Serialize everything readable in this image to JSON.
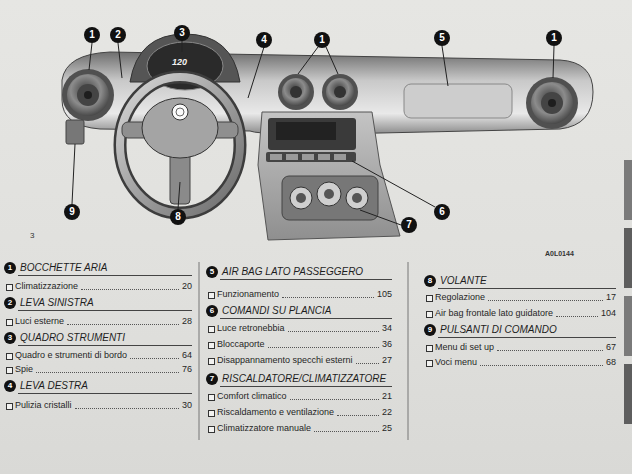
{
  "diagram": {
    "nodes": [
      {
        "text": [
          "1"
        ]
      },
      {
        "text": [
          "2"
        ]
      },
      {
        "text": [
          "3"
        ]
      },
      {
        "text": [
          "4"
        ]
      },
      {
        "text": [
          "1"
        ]
      },
      {
        "text": [
          "5"
        ]
      },
      {
        "text": [
          "1"
        ]
      },
      {
        "text": [
          "9"
        ]
      },
      {
        "text": [
          "8"
        ]
      },
      {
        "text": [
          "7"
        ]
      },
      {
        "text": [
          "6"
        ]
      },
      {
        "text": [
          "1"
        ]
      },
      {
        "text": [
          "2"
        ]
      },
      {
        "text": [
          "3"
        ]
      },
      {
        "text": [
          "4"
        ]
      },
      {
        "text": [
          "5"
        ]
      },
      {
        "text": [
          "6"
        ]
      },
      {
        "text": [
          "7"
        ]
      },
      {
        "text": [
          "8"
        ]
      },
      {
        "text": [
          "9"
        ]
      }
    ],
    "labels": [
      "3",
      "A0L0144",
      "120",
      "BOCCHETTE ARIA",
      "Climatizzazione",
      "20",
      "LEVA SINISTRA",
      "Luci esterne",
      "28",
      "QUADRO STRUMENTI",
      "Quadro e strumenti di bordo",
      "64",
      "Spie",
      "76",
      "LEVA DESTRA",
      "Pulizia cristalli",
      "30",
      "AIR BAG LATO PASSEGGERO",
      "Funzionamento",
      "105",
      "COMANDI SU PLANCIA",
      "Luce retronebbia",
      "34",
      "Bloccaporte",
      "36",
      "Disappannamento specchi esterni",
      "27",
      "RISCALDATORE/CLIMATIZZATORE",
      "Comfort climatico",
      "21",
      "Riscaldamento e ventilazione",
      "22",
      "Climatizzatore manuale",
      "25",
      "VOLANTE",
      "Regolazione",
      "17",
      "Air bag frontale lato guidatore",
      "104",
      "PULSANTI DI COMANDO",
      "Menu di set up",
      "67",
      "Voci menu",
      "68"
    ]
  }
}
